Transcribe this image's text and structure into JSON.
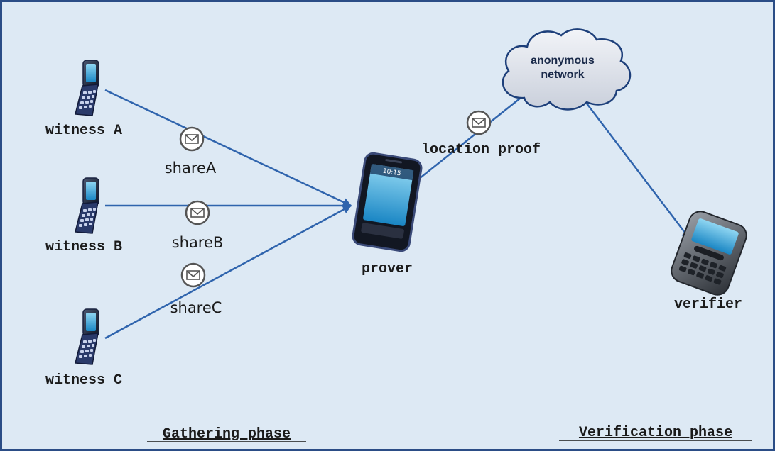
{
  "nodes": {
    "witness_a": "witness A",
    "witness_b": "witness B",
    "witness_c": "witness C",
    "prover": "prover",
    "verifier": "verifier",
    "cloud_line1": "anonymous",
    "cloud_line2": "network",
    "prover_screen_time": "10:15"
  },
  "messages": {
    "share_a": "shareA",
    "share_b": "shareB",
    "share_c": "shareC",
    "location_proof": "location proof"
  },
  "phases": {
    "gathering": "Gathering phase",
    "verification": "Verification phase"
  },
  "colors": {
    "background": "#dde9f4",
    "border": "#2b4d86",
    "arrow": "#2f64ad",
    "cloud": "#dfe4ee"
  },
  "icons": {
    "witness": "flip-phone-icon",
    "prover": "smartphone-icon",
    "verifier": "blackberry-phone-icon",
    "message": "envelope-icon",
    "network": "cloud-icon"
  }
}
